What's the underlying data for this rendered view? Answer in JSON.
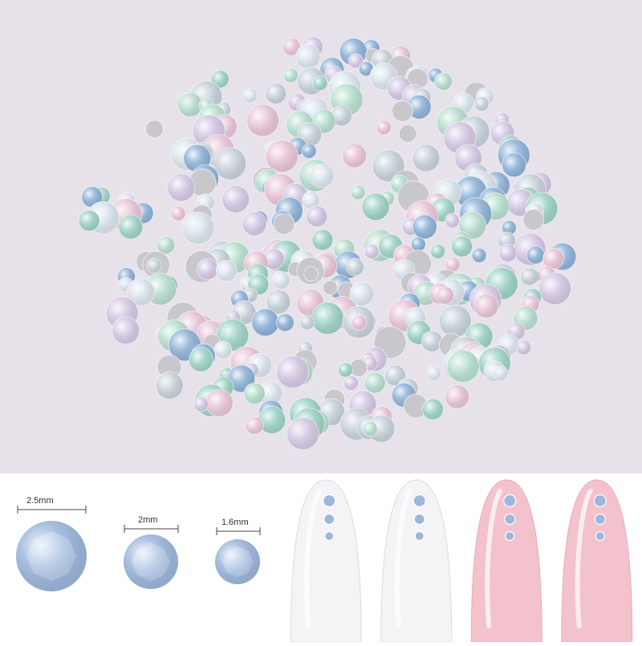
{
  "colors": {
    "background": "#e7e1ea",
    "bottom_panel": "#ffffff",
    "stone_palette": [
      "#8fb3d9",
      "#9fd4c6",
      "#e9c6d9",
      "#dce6ef",
      "#c9d3dc",
      "#b9e0d0",
      "#d6c9e6"
    ],
    "sample_stone": "#9db7dc",
    "nail_white": "#f4f3f6",
    "nail_pink": "#f3c2cc"
  },
  "size_guide": {
    "labels": [
      "2.5mm",
      "2mm",
      "1.6mm"
    ]
  },
  "nails": {
    "items": [
      {
        "color": "white"
      },
      {
        "color": "white"
      },
      {
        "color": "pink"
      },
      {
        "color": "pink"
      }
    ]
  }
}
